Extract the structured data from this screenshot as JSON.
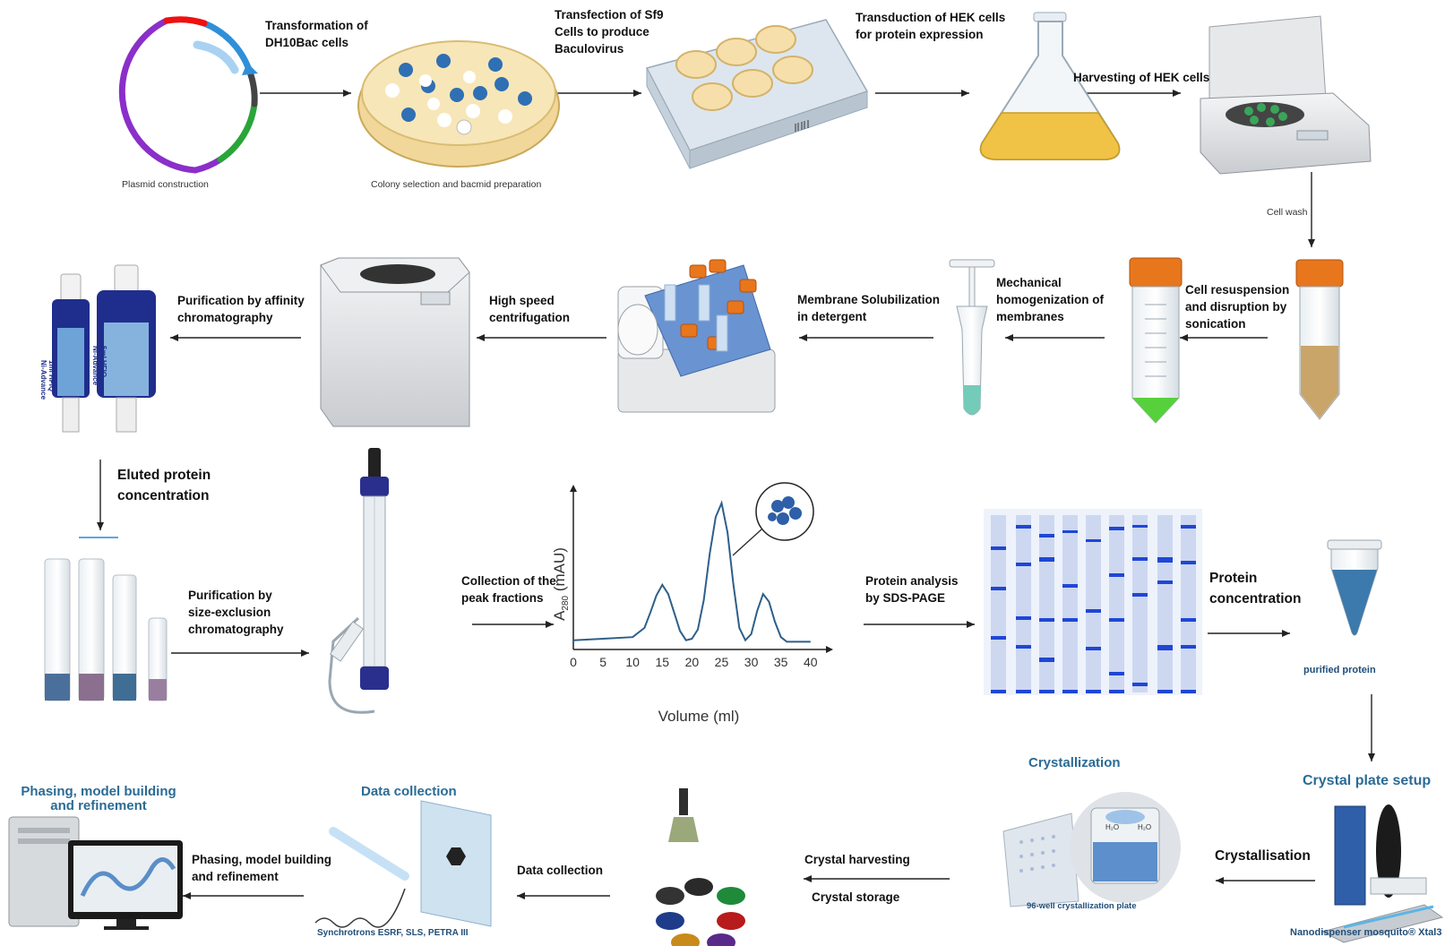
{
  "steps": {
    "transformation": "Transformation of\nDH10Bac cells",
    "transfection": "Transfection of Sf9\nCells to produce\nBaculovirus",
    "transduction": "Transduction of HEK cells\nfor protein expression",
    "harvesting": "Harvesting of HEK cells",
    "cell_wash": "Cell wash",
    "cell_resuspension": "Cell resuspension\nand disruption by\nsonication",
    "mechanical": "Mechanical\nhomogenization of\nmembranes",
    "membrane": "Membrane Solubilization\nin detergent",
    "high_speed": "High speed\ncentrifugation",
    "affinity": "Purification by affinity\nchromatography",
    "eluted": "Eluted protein\nconcentration",
    "sec": "Purification by\nsize-exclusion\nchromatography",
    "collection": "Collection of the\npeak fractions",
    "sds": "Protein analysis\nby SDS-PAGE",
    "protein_conc": "Protein\nconcentration",
    "crystallisation": "Crystallisation",
    "crystal_harvesting": "Crystal harvesting",
    "crystal_storage": "Crystal storage",
    "data_collection": "Data collection",
    "phasing": "Phasing, model building\nand refinement"
  },
  "captions": {
    "plasmid": "Plasmid construction",
    "colony": "Colony selection and bacmid preparation",
    "purified_protein": "purified protein",
    "plate_96": "96-well crystallization plate",
    "nanodispenser": "Nanodispenser mosquito® Xtal3",
    "synchrotrons": "Synchrotrons ESRF, SLS, PETRA III"
  },
  "headings": {
    "crystallization": "Crystallization",
    "crystal_plate_setup": "Crystal plate setup",
    "data_collection": "Data collection",
    "phasing": "Phasing, model building\nand refinement"
  },
  "columns": {
    "hfq_1": "1ml HFIQ\nNi-Advance",
    "hfq_5": "5ml HFIQ\nNi-Advance"
  },
  "chart_data": {
    "type": "line",
    "xlabel": "Volume (ml)",
    "ylabel": "A280 (mAU)",
    "xticks": [
      0,
      5,
      10,
      15,
      20,
      25,
      30,
      35,
      40
    ],
    "xlim": [
      0,
      42
    ],
    "ylim": [
      0,
      100
    ],
    "x": [
      0,
      5,
      10,
      12,
      13,
      14,
      15,
      16,
      17,
      18,
      19,
      20,
      21,
      22,
      23,
      24,
      25,
      26,
      27,
      28,
      29,
      30,
      31,
      32,
      33,
      34,
      35,
      36,
      38,
      40
    ],
    "y": [
      6,
      7,
      8,
      14,
      24,
      35,
      42,
      36,
      24,
      12,
      6,
      7,
      13,
      32,
      62,
      86,
      95,
      76,
      42,
      14,
      6,
      10,
      25,
      36,
      31,
      18,
      8,
      5,
      5,
      5
    ],
    "line_color": "#2e5f8a"
  }
}
